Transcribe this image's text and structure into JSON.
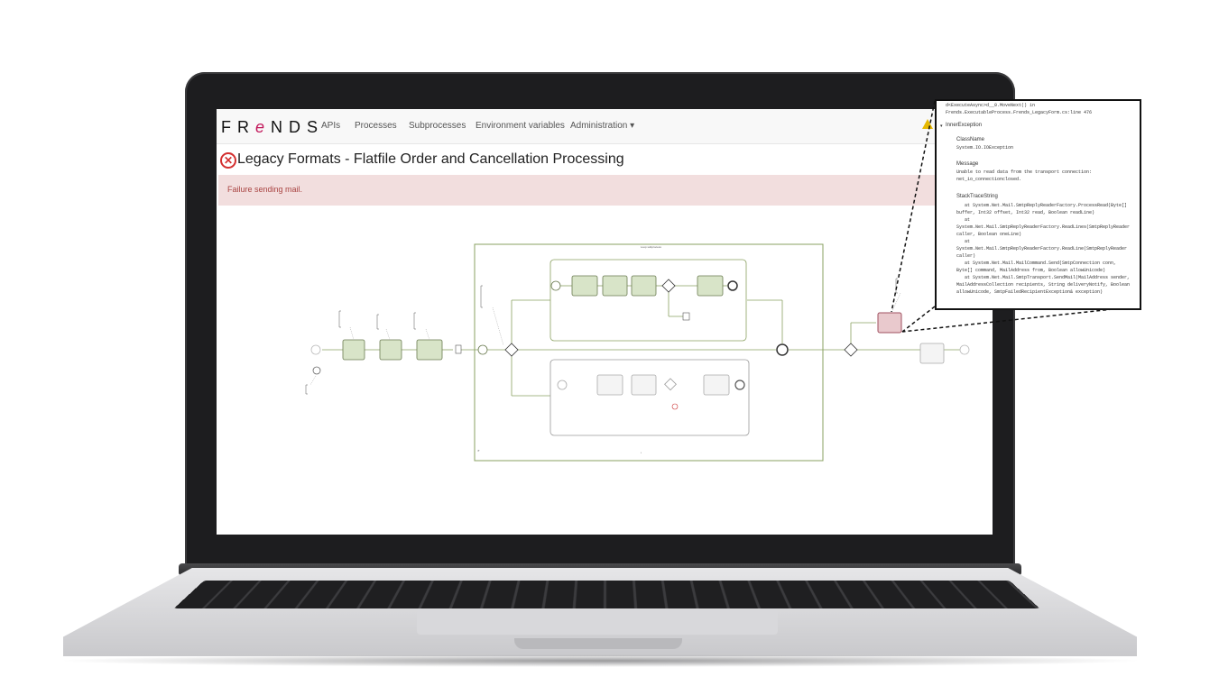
{
  "nav": {
    "logo": "FRENDS",
    "items": [
      "APIs",
      "Processes",
      "Subprocesses",
      "Environment variables",
      "Administration"
    ],
    "dropdown_caret": "▾"
  },
  "page": {
    "title": "Legacy Formats - Flatfile Order and Cancellation Processing",
    "error_icon": "error-circle-icon",
    "alert": "Failure sending mail."
  },
  "zoom": {
    "lines_top": [
      "d<ExecuteAsync>d__0.MoveNext() in",
      "Frends.ExecutableProcess.Frends_LegacyForm.cs:line 476"
    ],
    "inner_exception_label": "InnerException",
    "class_name_label": "ClassName",
    "class_name_value": "System.IO.IOException",
    "message_label": "Message",
    "message_lines": [
      "Unable to read data from the transport connection:",
      "net_io_connectionclosed."
    ],
    "stack_label": "StackTraceString",
    "stack_lines": [
      "   at System.Net.Mail.SmtpReplyReaderFactory.ProcessRead(Byte[]",
      "buffer, Int32 offset, Int32 read, Boolean readLine)",
      "   at",
      "System.Net.Mail.SmtpReplyReaderFactory.ReadLines(SmtpReplyReader",
      "caller, Boolean oneLine)",
      "   at",
      "System.Net.Mail.SmtpReplyReaderFactory.ReadLine(SmtpReplyReader",
      "caller)",
      "   at System.Net.Mail.MailCommand.Send(SmtpConnection conn,",
      "Byte[] command, MailAddress from, Boolean allowUnicode)",
      "   at System.Net.Mail.SmtpTransport.SendMail(MailAddress sender,",
      "MailAddressCollection recipients, String deliveryNotify, Boolean",
      "allowUnicode, SmtpFailedRecipientException& exception)"
    ]
  },
  "colors": {
    "task_fill": "#d8e4c8",
    "task_stroke": "#6a7a50",
    "flow": "#8aa060",
    "error_task_fill": "#e9c9cd",
    "error_task_stroke": "#a05060",
    "alert_bg": "#f2dede",
    "alert_text": "#a94442"
  }
}
